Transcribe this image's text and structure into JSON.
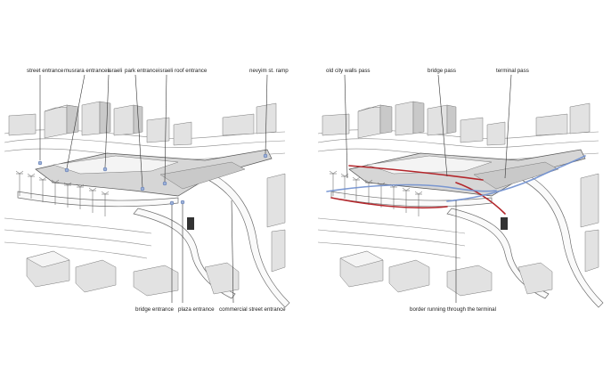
{
  "left_panel": {
    "labels": {
      "street_entrance": "street entrance",
      "musrara_entrances": "musrara entrances",
      "israeli": "israeli",
      "park_entrance": "park  entrance",
      "israeli_roof_entrance": "israeli roof entrance",
      "nevyim_ramp": "nevyim st. ramp",
      "bridge_entrance": "bridge entrance",
      "plaza_entrance": "plaza entrance",
      "commercial_street_entrance": "commercial street entrance"
    }
  },
  "right_panel": {
    "labels": {
      "old_city_walls_pass": "old city walls pass",
      "bridge_pass": "bridge pass",
      "terminal_pass": "terminal pass",
      "border": "border running through the terminal"
    }
  },
  "colors": {
    "pass_red": "#b3262b",
    "pass_blue": "#6f8fcf",
    "entrance_dot": "#9fb3d9"
  }
}
